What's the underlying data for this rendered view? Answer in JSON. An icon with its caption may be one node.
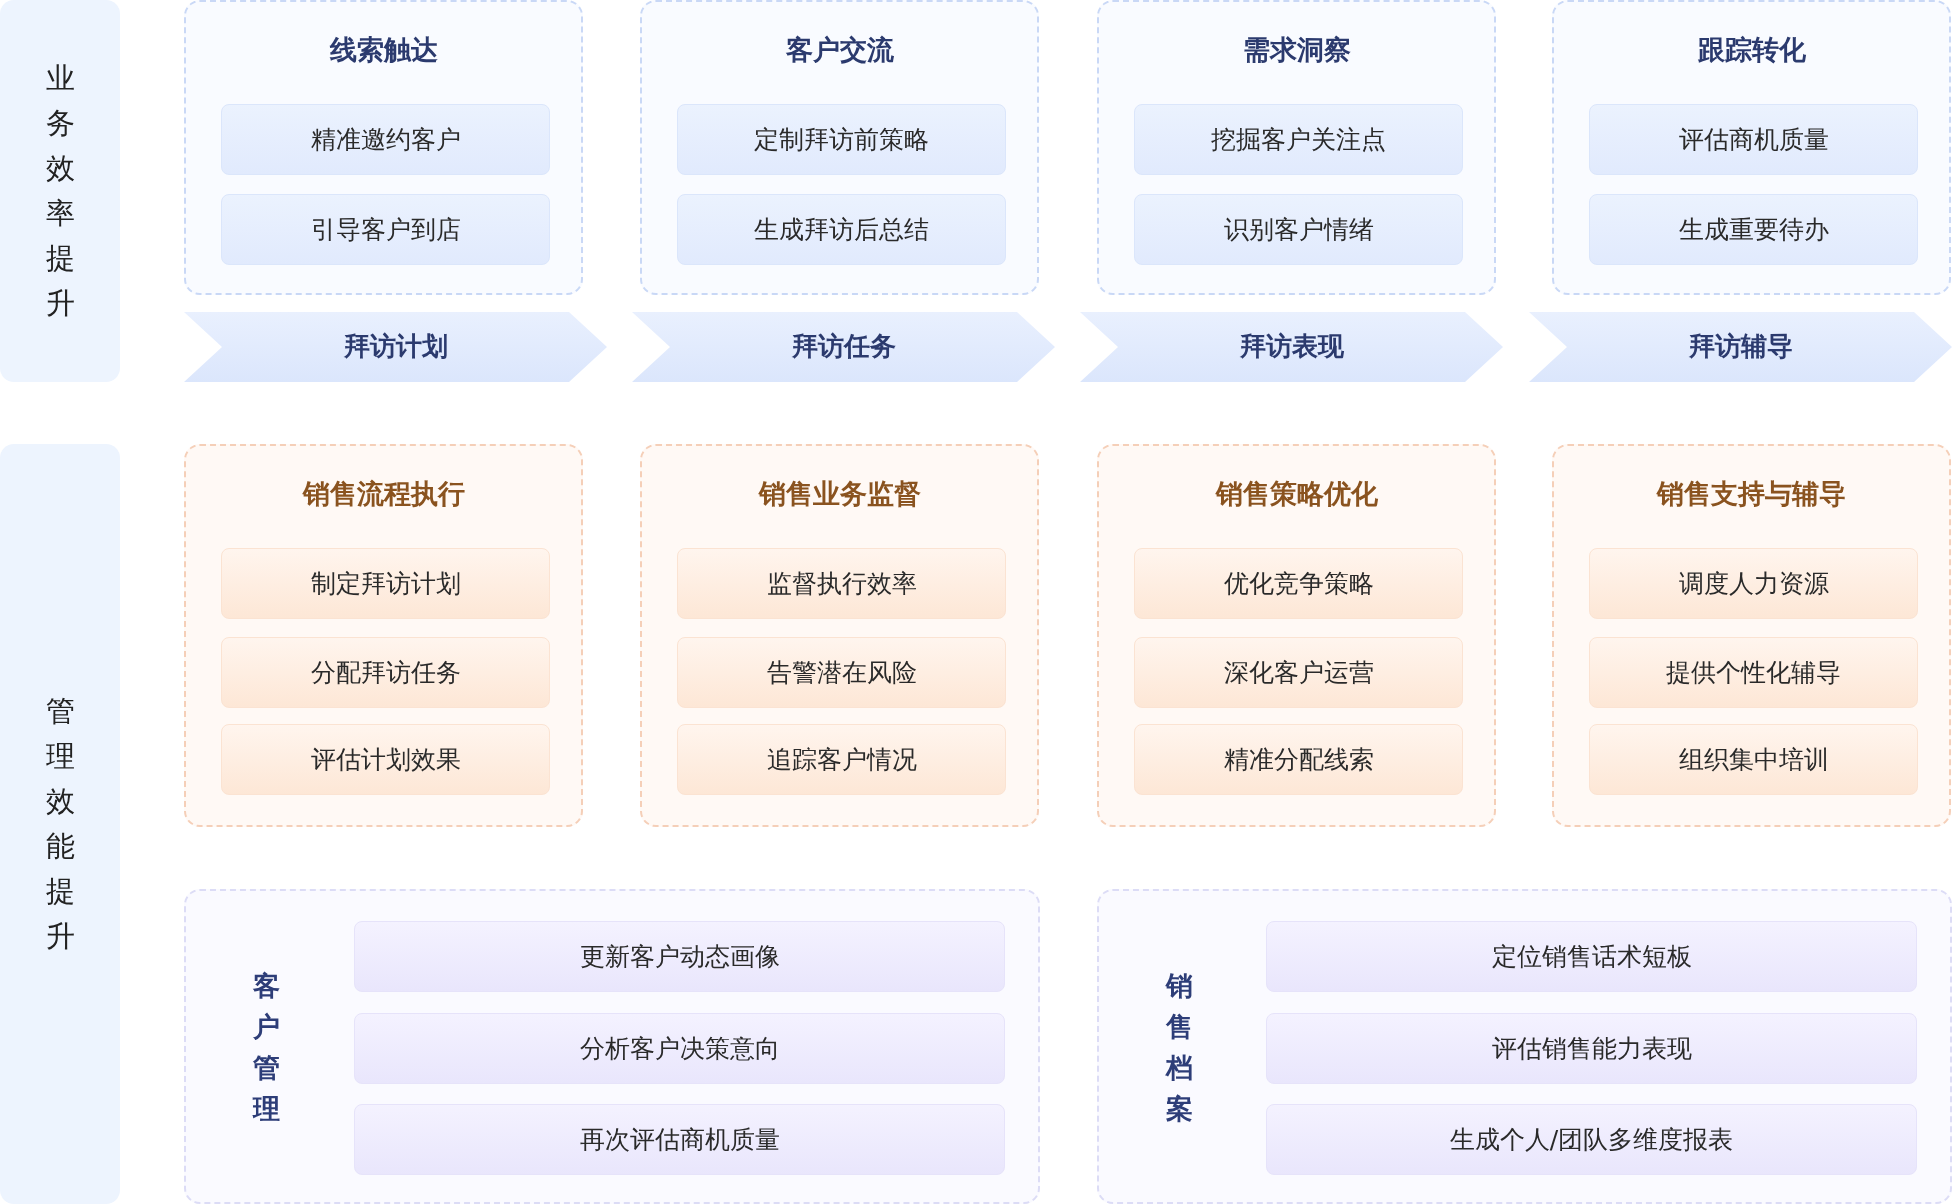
{
  "diagram": {
    "nodes": [
      {
        "text": [
          "业务效率提升"
        ]
      },
      {
        "text": [
          "线索触达"
        ]
      },
      {
        "text": [
          "精准邀约客户"
        ],
        "in": 1
      },
      {
        "text": [
          "引导客户到店"
        ],
        "in": 1
      },
      {
        "text": [
          "客户交流"
        ]
      },
      {
        "text": [
          "定制拜访前策略"
        ],
        "in": 4
      },
      {
        "text": [
          "生成拜访后总结"
        ],
        "in": 4
      },
      {
        "text": [
          "需求洞察"
        ]
      },
      {
        "text": [
          "挖掘客户关注点"
        ],
        "in": 7
      },
      {
        "text": [
          "识别客户情绪"
        ],
        "in": 7
      },
      {
        "text": [
          "跟踪转化"
        ]
      },
      {
        "text": [
          "评估商机质量"
        ],
        "in": 10
      },
      {
        "text": [
          "生成重要待办"
        ],
        "in": 10
      },
      {
        "text": [
          "拜访计划"
        ]
      },
      {
        "text": [
          "拜访任务"
        ]
      },
      {
        "text": [
          "拜访表现"
        ]
      },
      {
        "text": [
          "拜访辅导"
        ]
      },
      {
        "text": [
          "管理效能提升"
        ]
      },
      {
        "text": [
          "销售流程执行"
        ]
      },
      {
        "text": [
          "制定拜访计划"
        ],
        "in": 18
      },
      {
        "text": [
          "分配拜访任务"
        ],
        "in": 18
      },
      {
        "text": [
          "评估计划效果"
        ],
        "in": 18
      },
      {
        "text": [
          "销售业务监督"
        ]
      },
      {
        "text": [
          "监督执行效率"
        ],
        "in": 22
      },
      {
        "text": [
          "告警潜在风险"
        ],
        "in": 22
      },
      {
        "text": [
          "追踪客户情况"
        ],
        "in": 22
      },
      {
        "text": [
          "销售策略优化"
        ]
      },
      {
        "text": [
          "优化竞争策略"
        ],
        "in": 26
      },
      {
        "text": [
          "深化客户运营"
        ],
        "in": 26
      },
      {
        "text": [
          "精准分配线索"
        ],
        "in": 26
      },
      {
        "text": [
          "销售支持与辅导"
        ]
      },
      {
        "text": [
          "调度人力资源"
        ],
        "in": 30
      },
      {
        "text": [
          "提供个性化辅导"
        ],
        "in": 30
      },
      {
        "text": [
          "组织集中培训"
        ],
        "in": 30
      },
      {
        "text": [
          "客户管理"
        ]
      },
      {
        "text": [
          "更新客户动态画像"
        ],
        "in": 34
      },
      {
        "text": [
          "分析客户决策意向"
        ],
        "in": 34
      },
      {
        "text": [
          "再次评估商机质量"
        ],
        "in": 34
      },
      {
        "text": [
          "销售档案"
        ]
      },
      {
        "text": [
          "定位销售话术短板"
        ],
        "in": 38
      },
      {
        "text": [
          "评估销售能力表现"
        ],
        "in": 38
      },
      {
        "text": [
          "生成个人/团队多维度报表"
        ],
        "in": 38
      }
    ]
  }
}
